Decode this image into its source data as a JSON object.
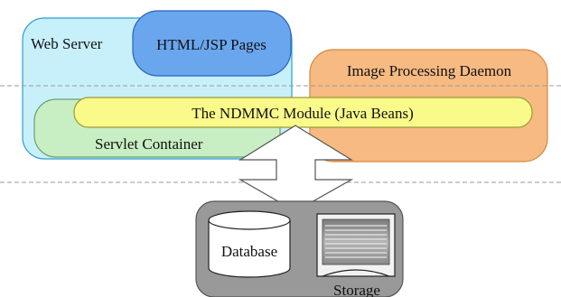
{
  "diagram": {
    "web_server": {
      "label": "Web Server",
      "fill": "#c8f0fa",
      "stroke": "#2a9fcf"
    },
    "html_jsp_pages": {
      "label": "HTML/JSP Pages",
      "fill": "#6aa6ee",
      "stroke": "#2c62b8"
    },
    "image_daemon": {
      "label": "Image Processing Daemon",
      "fill": "#f6ba82",
      "stroke": "#d8863c"
    },
    "servlet_container": {
      "label": "Servlet Container",
      "fill": "#c8eec4",
      "stroke": "#6aa06a"
    },
    "ndmmc_module": {
      "label": "The NDMMC Module (Java Beans)",
      "fill": "#fafa8a",
      "stroke": "#9a9a3a"
    },
    "storage_group": {
      "label": "Storage",
      "fill": "#999999",
      "stroke": "#555555"
    },
    "database": {
      "label": "Database"
    },
    "storage_device": {
      "label": "Storage"
    },
    "divider_color": "#9a9a9a"
  }
}
